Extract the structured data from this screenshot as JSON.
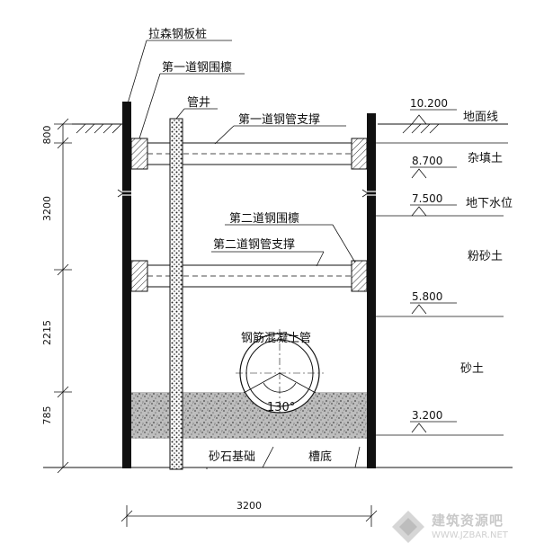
{
  "title": "拉森钢板桩",
  "labels": {
    "waler1": "第一道钢围檩",
    "well_pipe": "管井",
    "strut1": "第一道钢管支撑",
    "waler2": "第二道钢围檩",
    "strut2": "第二道钢管支撑",
    "rc_pipe": "钢筋混凝土管",
    "angle": "130°",
    "gravel_base": "砂石基础",
    "trench_bottom": "槽底"
  },
  "elevations": [
    {
      "value": "10.200",
      "layer": "地面线"
    },
    {
      "value": "8.700",
      "layer": "杂填土"
    },
    {
      "value": "7.500",
      "layer": "地下水位"
    },
    {
      "value": "",
      "layer": "粉砂土"
    },
    {
      "value": "5.800",
      "layer": ""
    },
    {
      "value": "",
      "layer": "砂土"
    },
    {
      "value": "3.200",
      "layer": ""
    }
  ],
  "dimensions": {
    "vertical": [
      "800",
      "3200",
      "2215",
      "785"
    ],
    "horizontal": "3200"
  },
  "watermark": {
    "text": "建筑资源吧",
    "url": "WWW.JZBAR.NET"
  }
}
